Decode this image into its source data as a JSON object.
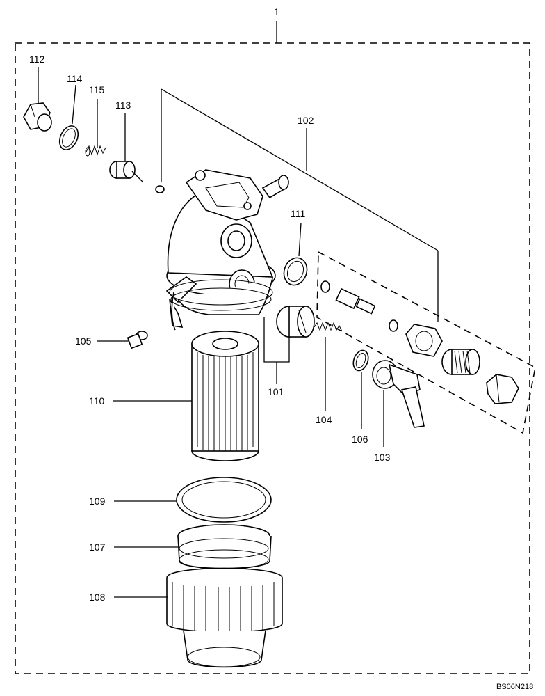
{
  "drawing_code": "BS06N218",
  "assembly_label": "1",
  "parts": {
    "p101": "101",
    "p102": "102",
    "p103": "103",
    "p104": "104",
    "p105": "105",
    "p106": "106",
    "p107": "107",
    "p108": "108",
    "p109": "109",
    "p110": "110",
    "p111": "111",
    "p112": "112",
    "p113": "113",
    "p114": "114",
    "p115": "115"
  }
}
